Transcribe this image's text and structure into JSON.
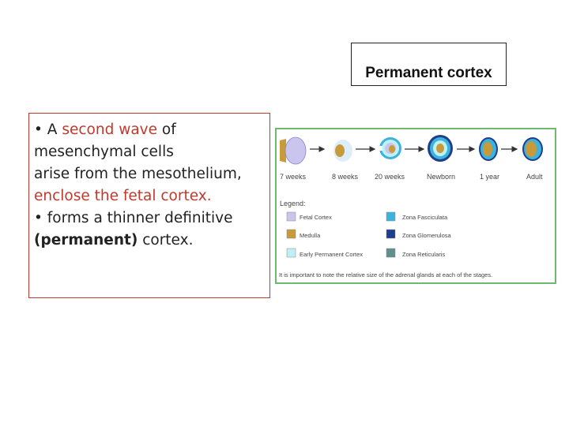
{
  "title": "Permanent cortex",
  "bullets": {
    "l1_bullet": "• A ",
    "l1_red": "second wave",
    "l1_tail": " of",
    "l2": "mesenchymal cells",
    "l3": "arise from the mesothelium,",
    "l4": "enclose the fetal cortex.",
    "l5": "• forms a thinner definitive",
    "l6_bold": "(permanent)",
    "l6_tail": " cortex."
  },
  "figure": {
    "stages": [
      "7 weeks",
      "8 weeks",
      "20 weeks",
      "Newborn",
      "1 year",
      "Adult"
    ],
    "legend_title": "Legend:",
    "legend": [
      {
        "label": "Fetal Cortex",
        "color": "#c9c5ee"
      },
      {
        "label": "Zona Fasciculata",
        "color": "#3bb3dd"
      },
      {
        "label": "Medulla",
        "color": "#c99a3a"
      },
      {
        "label": "Zona Glomerulosa",
        "color": "#1f3f8c"
      },
      {
        "label": "Early Permanent Cortex",
        "color": "#bff0f6"
      },
      {
        "label": "Zona Reticularis",
        "color": "#5f8f8f"
      }
    ],
    "note": "It is important to note the relative size of the adrenal glands at each of the stages."
  }
}
